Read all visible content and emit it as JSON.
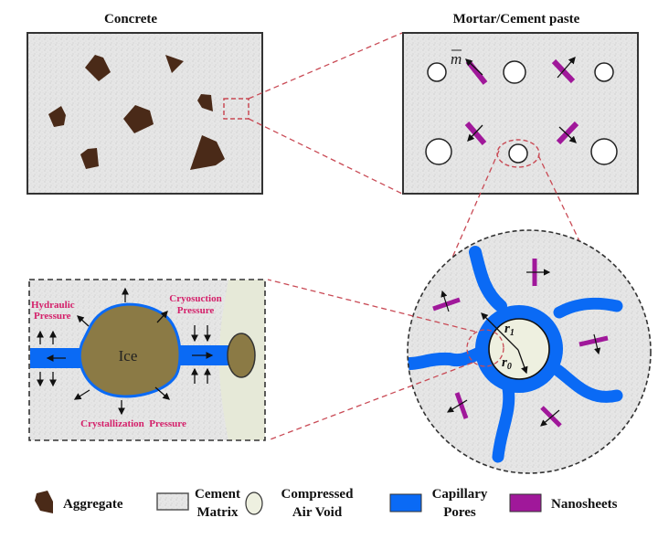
{
  "panels": {
    "concrete": {
      "title": "Concrete"
    },
    "mortar": {
      "title": "Mortar/Cement paste",
      "vector_label": "m"
    },
    "ice_detail": {
      "ice_label": "Ice",
      "hydraulic_label_line1": "Hydraulic",
      "hydraulic_label_line2": "Pressure",
      "cryosuction_label_line1": "Cryosuction",
      "cryosuction_label_line2": "Pressure",
      "crystallization_label": "Crystallization  Pressure"
    },
    "air_void_detail": {
      "r1_label": "r",
      "r1_sub": "1",
      "r0_label": "r",
      "r0_sub": "0"
    }
  },
  "legend": {
    "items": [
      {
        "id": "aggregate",
        "line1": "Aggregate",
        "line2": "",
        "color": "#4a2a18"
      },
      {
        "id": "cement-matrix",
        "line1": "Cement",
        "line2": "Matrix",
        "color": "#d9d9d9"
      },
      {
        "id": "compressed-air-void",
        "line1": "Compressed",
        "line2": "Air Void",
        "color": "#eef0e0"
      },
      {
        "id": "capillary-pores",
        "line1": "Capillary",
        "line2": "Pores",
        "color": "#0a6af5"
      },
      {
        "id": "nanosheets",
        "line1": "Nanosheets",
        "line2": "",
        "color": "#a0189a"
      }
    ]
  },
  "colors": {
    "zoom_line": "#c94a55",
    "pressure_text": "#d4206a",
    "ice": "#8b7a45",
    "pore": "#0a6af5",
    "nanosheet": "#a0189a",
    "matrix": "#e4e4e4",
    "void_fill": "#eef0e0"
  }
}
